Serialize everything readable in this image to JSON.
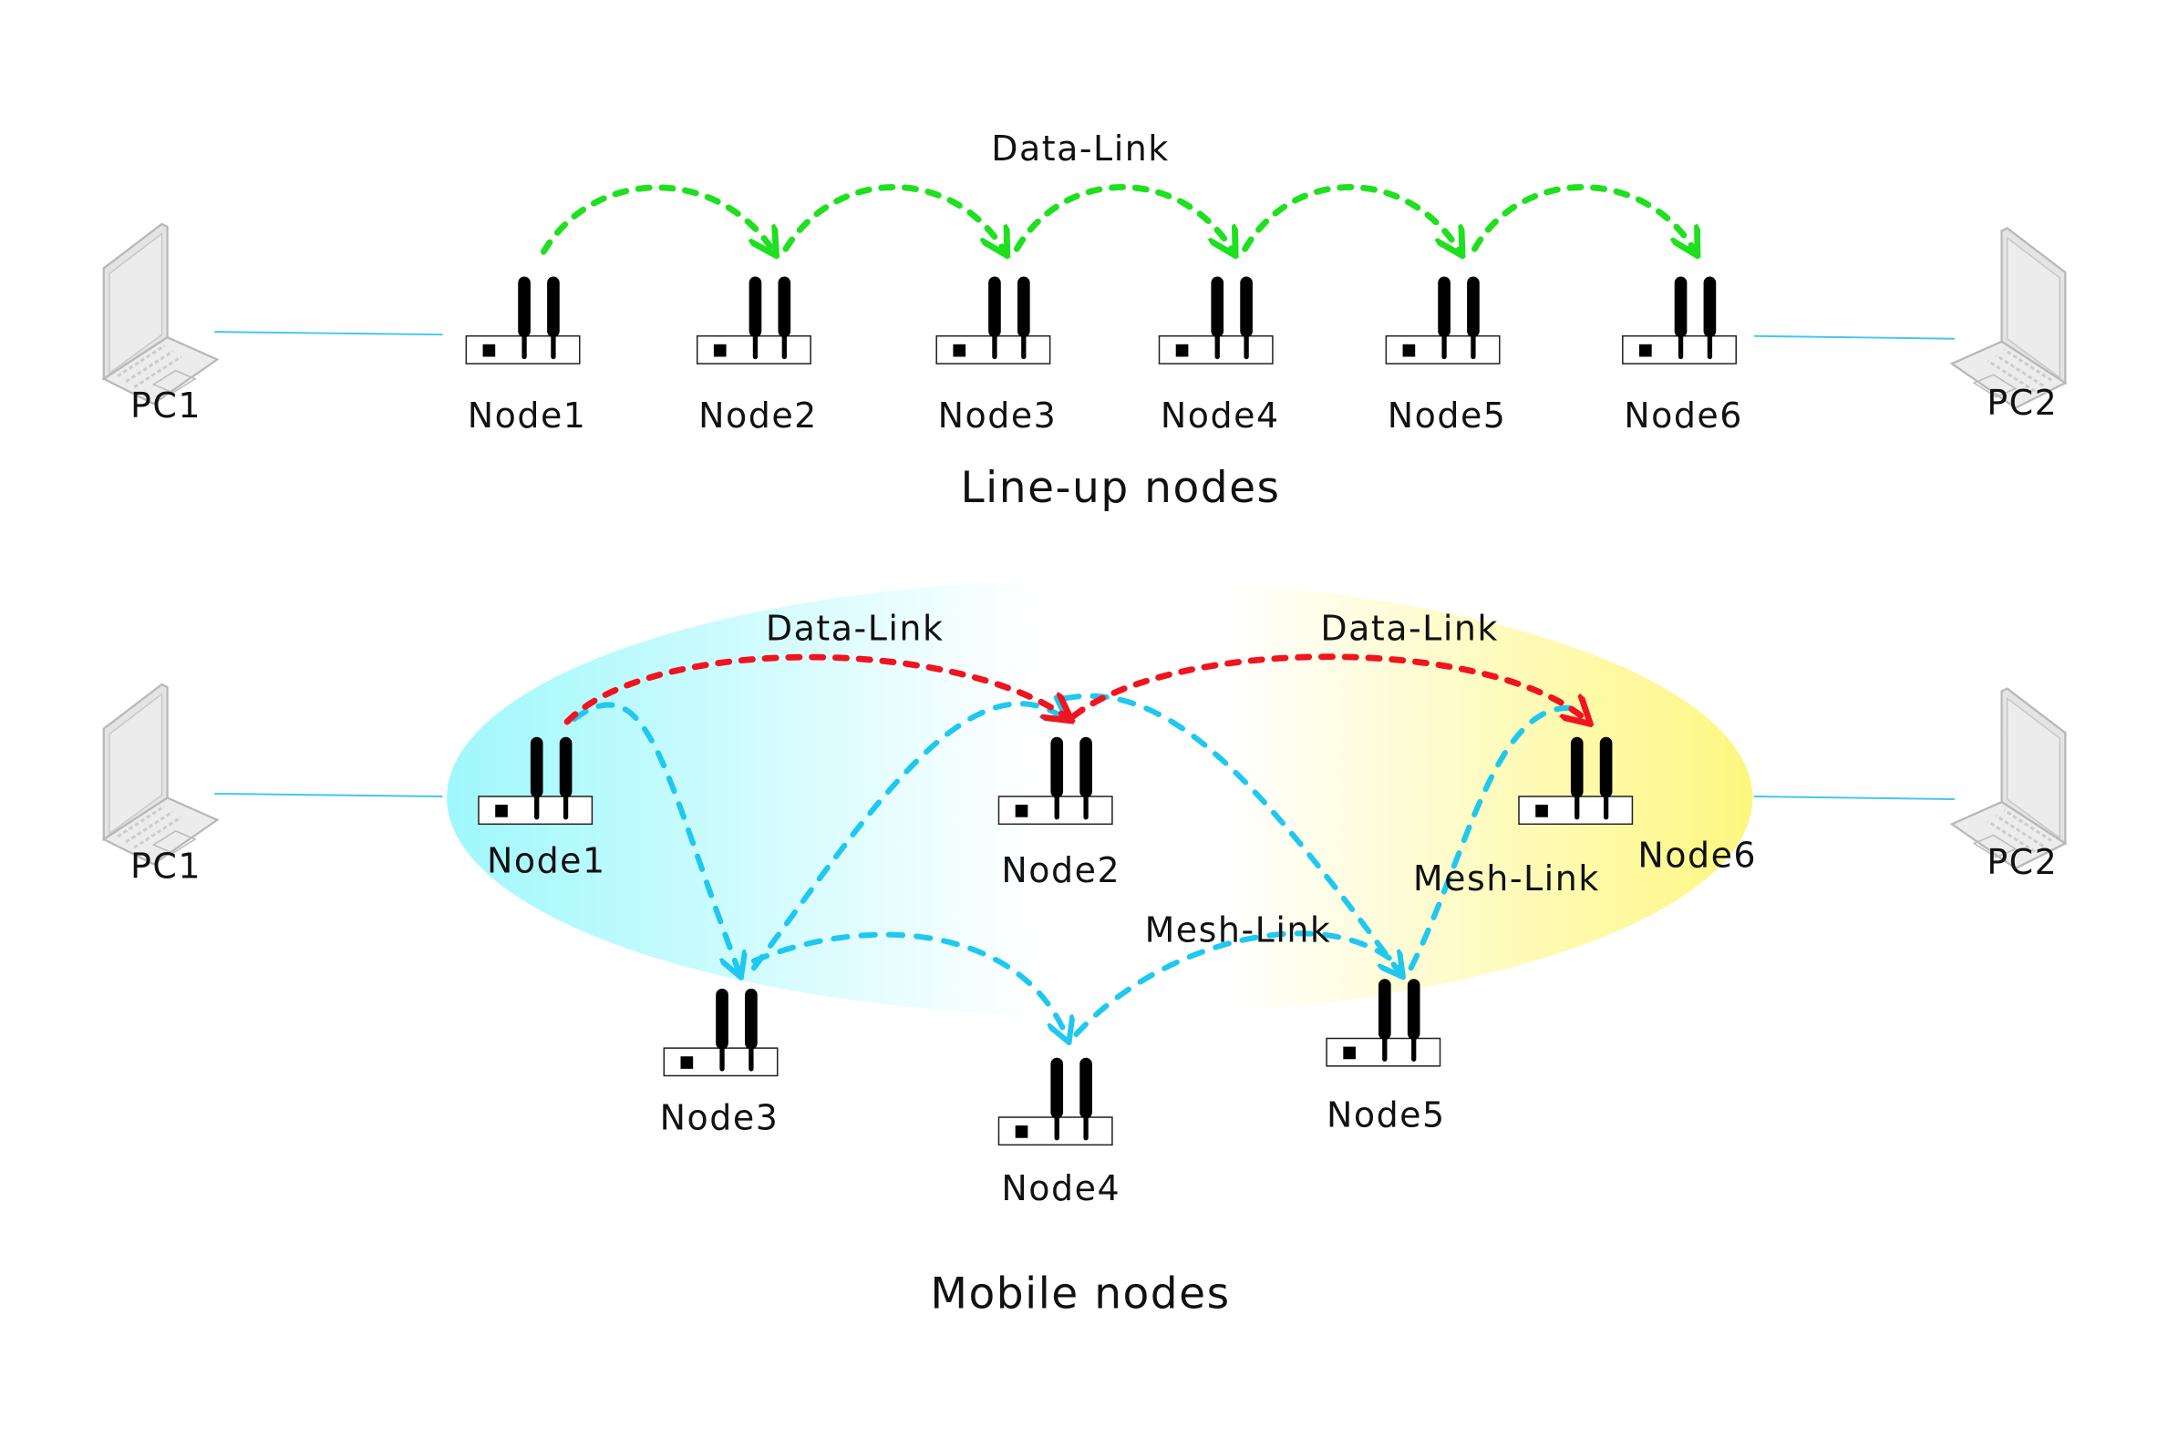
{
  "colors": {
    "data_link_lineup": "#1ee01e",
    "data_link_mobile": "#f0141e",
    "mesh_link": "#1ec8f0",
    "zone_left": "#9ff8fc",
    "zone_right": "#fdf780"
  },
  "lineup": {
    "title": "Line-up nodes",
    "link_label": "Data-Link",
    "pc_left": "PC1",
    "pc_right": "PC2",
    "nodes": [
      "Node1",
      "Node2",
      "Node3",
      "Node4",
      "Node5",
      "Node6"
    ]
  },
  "mobile": {
    "title": "Mobile nodes",
    "data_link_label_1": "Data-Link",
    "data_link_label_2": "Data-Link",
    "mesh_link_label_1": "Mesh-Link",
    "mesh_link_label_2": "Mesh-Link",
    "pc_left": "PC1",
    "pc_right": "PC2",
    "nodes": [
      "Node1",
      "Node2",
      "Node3",
      "Node4",
      "Node5",
      "Node6"
    ]
  }
}
